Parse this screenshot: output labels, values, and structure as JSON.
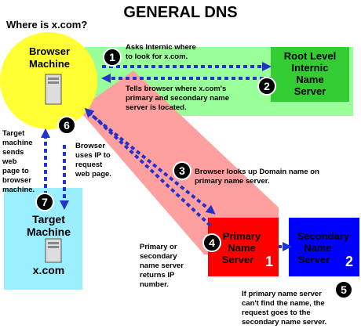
{
  "title": "GENERAL DNS",
  "question": "Where is x.com?",
  "nodes": {
    "browser": {
      "line1": "Browser",
      "line2": "Machine"
    },
    "root": {
      "line1": "Root Level",
      "line2": "Internic",
      "line3": "Name",
      "line4": "Server"
    },
    "primary": {
      "line1": "Primary",
      "line2": "Name",
      "line3": "Server",
      "number": "1"
    },
    "secondary": {
      "line1": "Secondary",
      "line2": "Name",
      "line3": "Server",
      "number": "2"
    },
    "target": {
      "line1": "Target",
      "line2": "Machine",
      "domain": "x.com"
    }
  },
  "steps": [
    {
      "number": "1",
      "lines": [
        "Asks Internic where",
        "to look for x.com."
      ]
    },
    {
      "number": "2",
      "lines": [
        "Tells browser where x.com's",
        "primary and secondary name",
        "server is located."
      ]
    },
    {
      "number": "3",
      "lines": [
        "Browser looks up Domain name on",
        "primary name server."
      ]
    },
    {
      "number": "4",
      "lines": [
        "Primary or",
        "secondary",
        "name server",
        "returns IP",
        "number."
      ]
    },
    {
      "number": "5",
      "lines": [
        "If primary name server",
        "can't find the name, the",
        "request goes to the",
        "secondary name server."
      ]
    },
    {
      "number": "6",
      "lines": [
        "Browser",
        "uses IP to",
        "request",
        "web page."
      ]
    },
    {
      "number": "7",
      "lines": [
        "Target",
        "machine",
        "sends",
        "web",
        "page to",
        "browser",
        "machine."
      ]
    }
  ],
  "colors": {
    "browser": "#ffff33",
    "green": "#99ff99",
    "rootBox": "#33cc33",
    "salmon": "#ffa0a0",
    "primary": "#ff0000",
    "secondary": "#0000ff",
    "cyan": "#99eeff",
    "arrow": "#2233cc"
  }
}
